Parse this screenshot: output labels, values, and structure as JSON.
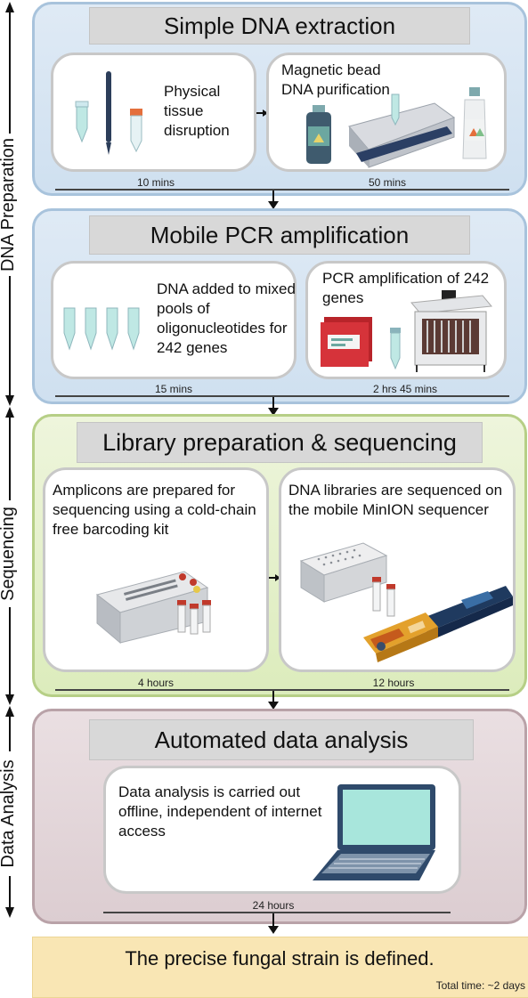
{
  "side_labels": {
    "dna_preparation": "DNA Preparation",
    "sequencing": "Sequencing",
    "data_analysis": "Data Analysis"
  },
  "stages": {
    "extraction": {
      "title": "Simple DNA extraction",
      "step1": "Physical tissue disruption",
      "step2": "Magnetic bead DNA purification",
      "time1": "10 mins",
      "time2": "50 mins"
    },
    "pcr": {
      "title": "Mobile PCR amplification",
      "step1": "DNA added to mixed pools of oligonucleotides for 242 genes",
      "step2": "PCR amplification of 242 genes",
      "time1": "15 mins",
      "time2": "2 hrs 45 mins"
    },
    "library": {
      "title": "Library preparation & sequencing",
      "step1": "Amplicons are prepared for sequencing using a cold-chain free barcoding kit",
      "step2": "DNA libraries are sequenced on the mobile MinION sequencer",
      "time1": "4 hours",
      "time2": "12 hours"
    },
    "analysis": {
      "title": "Automated data analysis",
      "step1": "Data analysis is carried out offline, independent of internet access",
      "time1": "24 hours"
    }
  },
  "final": {
    "text": "The precise fungal strain is defined.",
    "total": "Total time: ~2 days"
  },
  "colors": {
    "dna_stage": "#cfe0f0",
    "seq_stage": "#dcecbc",
    "analysis_stage": "#dccdd1",
    "final_box": "#f9e6b4",
    "tube_liquid": "#bfe8e4",
    "red_cap": "#c0392b"
  }
}
